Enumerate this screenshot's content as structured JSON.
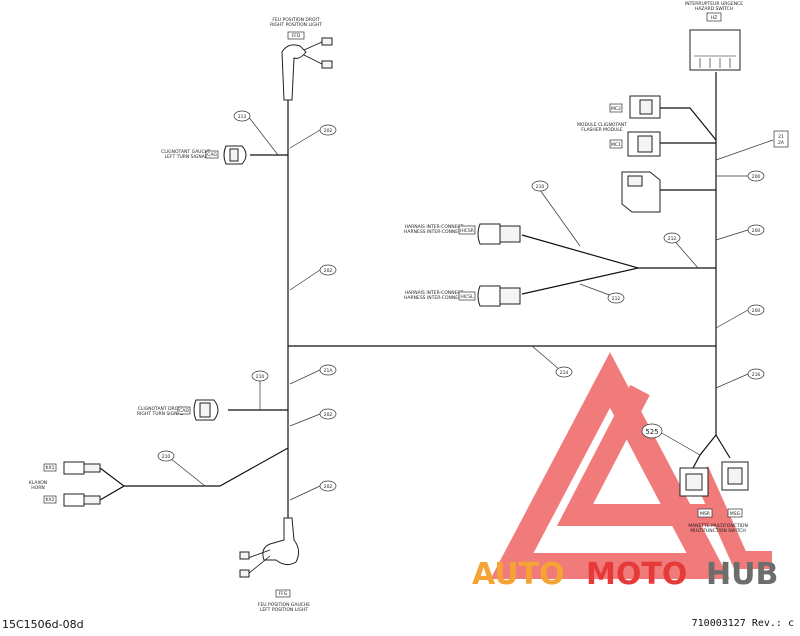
{
  "diagram": {
    "components": {
      "fr_light": [
        "FEU POSITION DROIT",
        "RIGHT POSITION LIGHT"
      ],
      "fr_light_ref": "FFD",
      "fl_light": [
        "FEU POSITION GAUCHE",
        "LEFT POSITION LIGHT"
      ],
      "fl_light_ref": "FFG",
      "left_turn": [
        "CLIGNOTANT GAUCHE",
        "LEFT TURN SIGNAL"
      ],
      "left_turn_ref": "CAG",
      "right_turn": [
        "CLIGNOTANT DROIT",
        "RIGHT TURN SIGNAL"
      ],
      "right_turn_ref": "CAD",
      "hazard": [
        "INTERRUPTEUR URGENCE",
        "HAZARD SWITCH"
      ],
      "hazard_ref": "HZ",
      "flasher": [
        "MODULE CLIGNOTANT",
        "FLASHER MODULE"
      ],
      "flasher_refs": [
        "MC2",
        "MC1"
      ],
      "harness_1": [
        "HARNAIS INTER-CONNECT",
        "HARNESS INTER-CONNECT"
      ],
      "harness_1_ref": "HICSR",
      "harness_2": [
        "HARNAIS INTER-CONNECT",
        "HARNESS INTER-CONNECT"
      ],
      "harness_2_ref": "HICSL",
      "horn": [
        "KLAXON",
        "HORN"
      ],
      "horn_refs": [
        "KX1",
        "KX2"
      ],
      "switch": [
        "MANETTE MULTIFONCTION",
        "MULTIFUNCTION SWITCH"
      ],
      "switch_refs": [
        "MSR",
        "MSG"
      ]
    },
    "callouts": {
      "c1": "213",
      "c2": "202",
      "c3": "202",
      "c4": "21\n2A",
      "c5": "200",
      "c6": "210",
      "c7": "200",
      "c8": "212",
      "c9": "212",
      "c10": "200",
      "c11": "214",
      "c12": "210",
      "c13": "21A",
      "c14": "202",
      "c15": "210",
      "c16": "202",
      "c17": "216",
      "c18": "525"
    }
  },
  "watermark": {
    "part1": "AUTO",
    "part2": "MOTO",
    "part3": "HUB",
    "colors": {
      "orange": "#f4a334",
      "red": "#e63a3a",
      "gray": "#6d6d6d",
      "triangle": "#ef6565"
    }
  },
  "footer": {
    "left_code": "15C1506d-08d",
    "right_code": "710003127 Rev.: c"
  }
}
